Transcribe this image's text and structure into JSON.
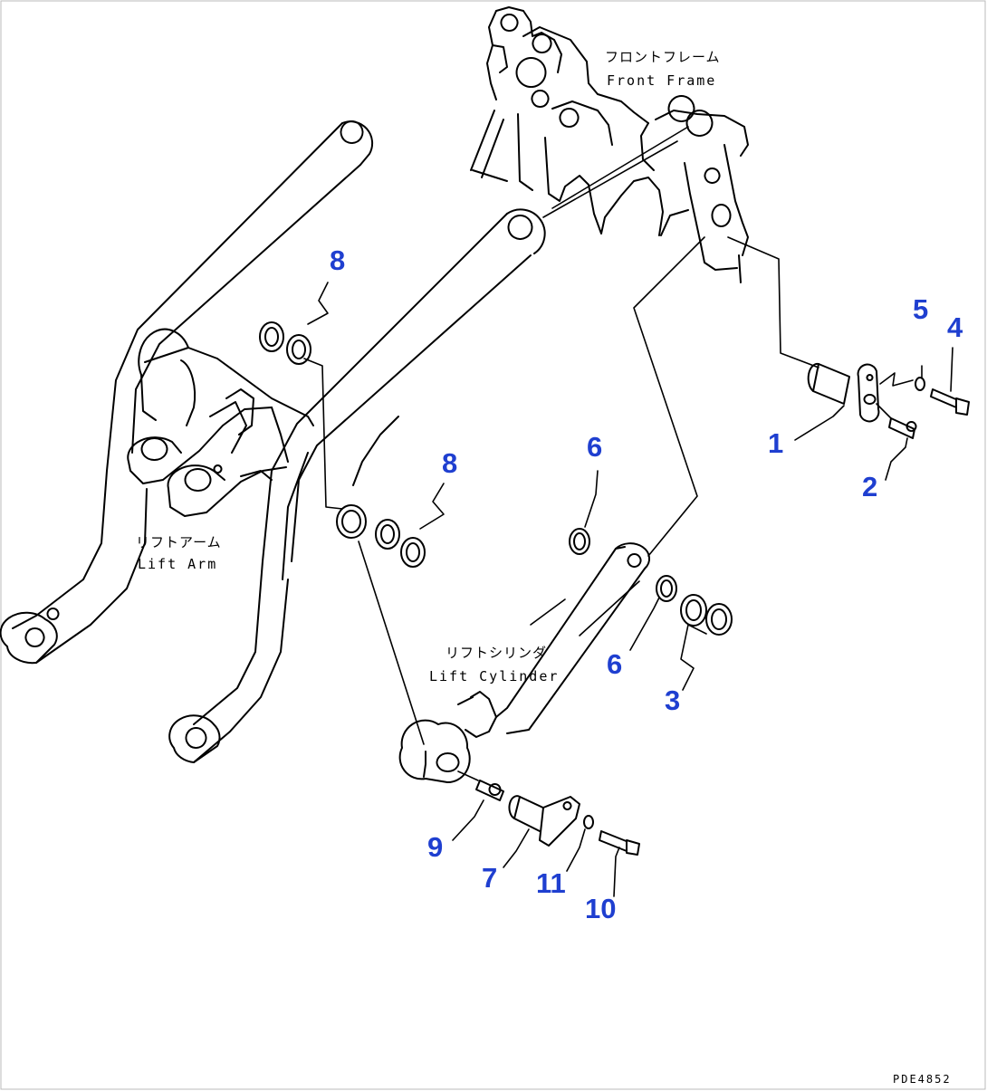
{
  "labels": {
    "front_frame_jp": "フロントフレーム",
    "front_frame_en": "Front Frame",
    "lift_arm_jp": "リフトアーム",
    "lift_arm_en": "Lift Arm",
    "lift_cylinder_jp": "リフトシリンダ",
    "lift_cylinder_en": "Lift Cylinder"
  },
  "callouts": {
    "c1": "1",
    "c2": "2",
    "c3": "3",
    "c4": "4",
    "c5": "5",
    "c6a": "6",
    "c6b": "6",
    "c7": "7",
    "c8a": "8",
    "c8b": "8",
    "c9": "9",
    "c10": "10",
    "c11": "11"
  },
  "drawing_code": "PDE4852",
  "colors": {
    "callout": "#1f3fd0",
    "line": "#000000",
    "background": "#ffffff"
  }
}
